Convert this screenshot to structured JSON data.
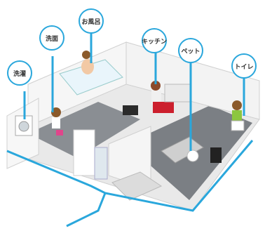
{
  "labels": {
    "laundry": "洗濯",
    "washroom": "洗面",
    "bath": "お風呂",
    "kitchen": "キッチン",
    "pet": "ペット",
    "toilet": "トイレ"
  },
  "colors": {
    "pipe": "#2aa7dc",
    "wall": "#f2f2f2",
    "floor": "#7b7f84",
    "floor_dark": "#5e6368",
    "outline": "#c9c9c9"
  }
}
